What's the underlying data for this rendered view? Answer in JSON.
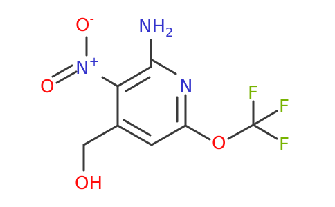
{
  "colors": {
    "bond": "#3a3a3a",
    "nitrogen": "#3333cc",
    "oxygen": "#ff0d0d",
    "fluorine": "#77b300",
    "carbon": "#3a3a3a"
  },
  "labels": {
    "amine": {
      "symbol": "NH",
      "subscript": "2"
    },
    "ring_n": "N",
    "nitro_n": {
      "symbol": "N",
      "charge": "+"
    },
    "nitro_o_top": {
      "symbol": "O",
      "charge": "-"
    },
    "nitro_o_left": "O",
    "ether_o": "O",
    "f_top": "F",
    "f_right_top": "F",
    "f_right_bottom": "F",
    "hydroxyl": "OH"
  }
}
